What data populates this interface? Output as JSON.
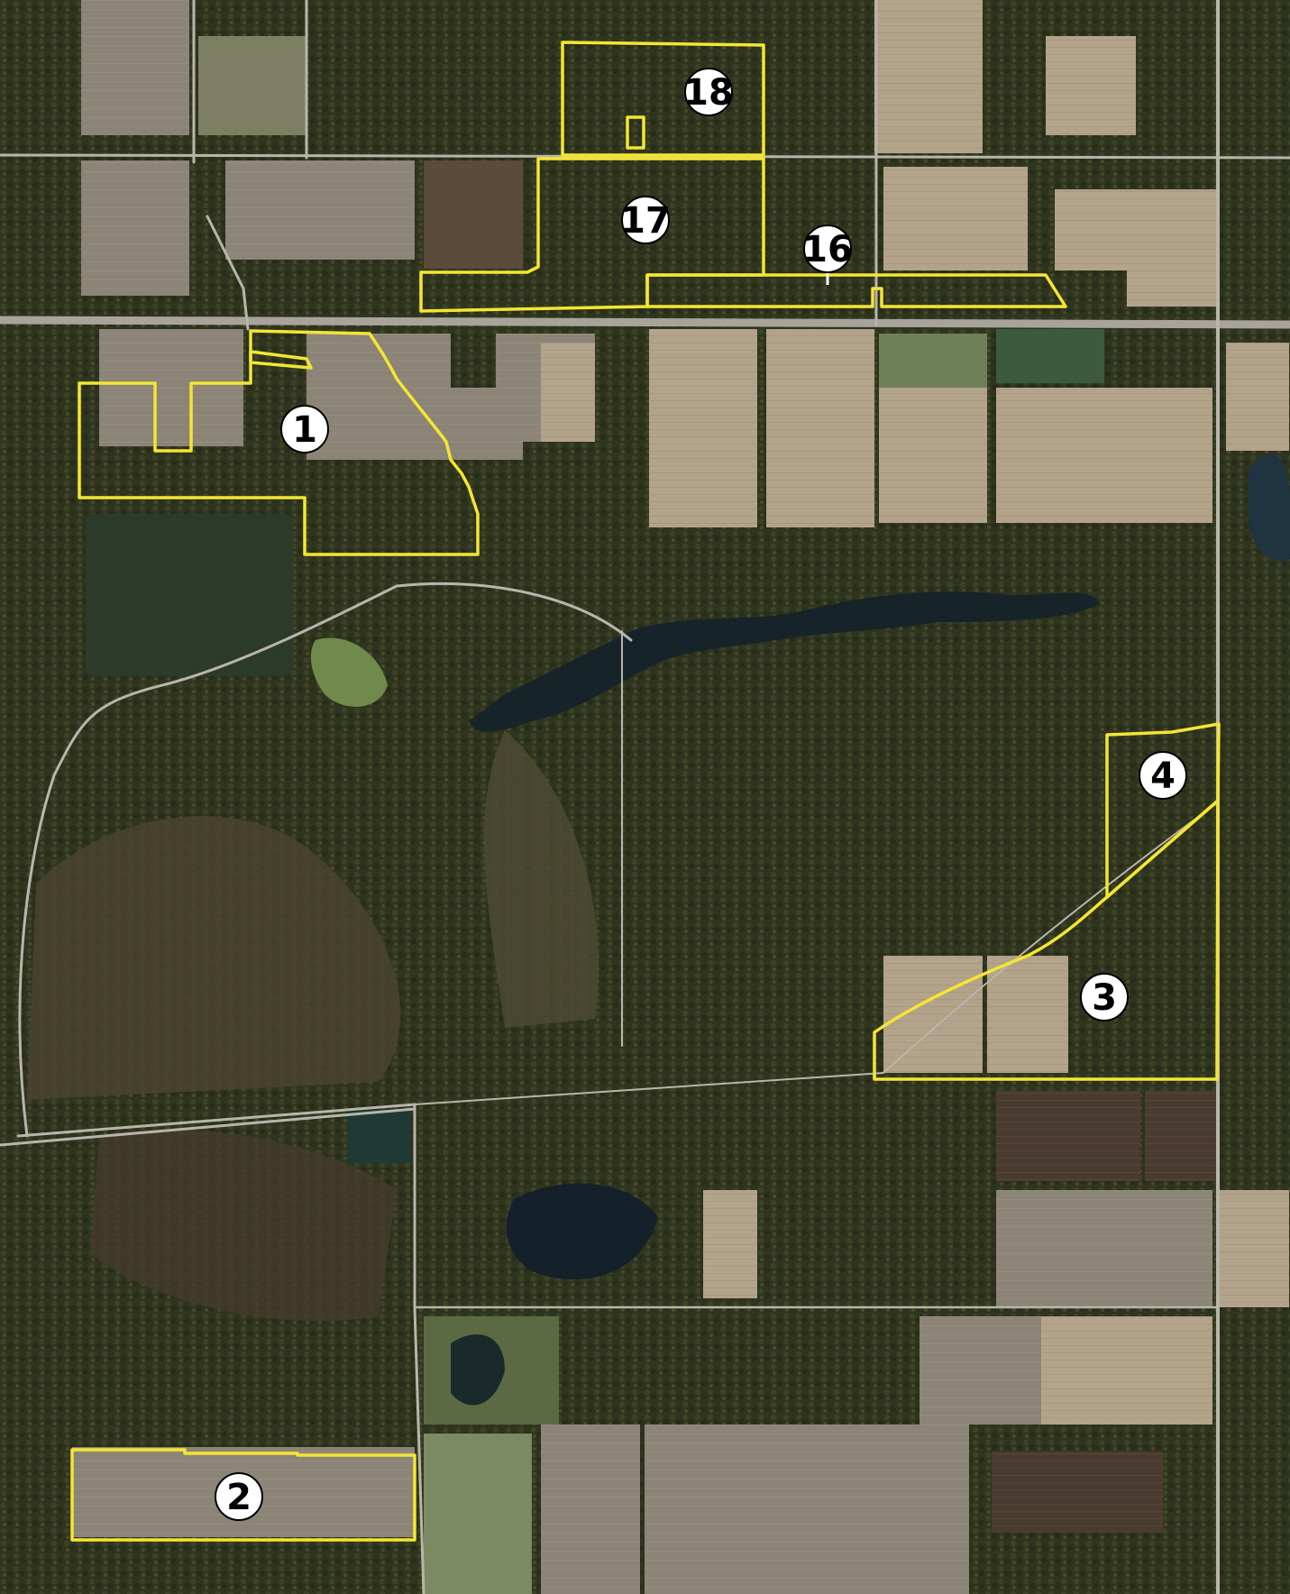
{
  "map": {
    "type": "aerial-parcel-map",
    "parcels": [
      {
        "id": "1",
        "label": "1"
      },
      {
        "id": "2",
        "label": "2"
      },
      {
        "id": "3",
        "label": "3"
      },
      {
        "id": "4",
        "label": "4"
      },
      {
        "id": "16",
        "label": "16"
      },
      {
        "id": "17",
        "label": "17"
      },
      {
        "id": "18",
        "label": "18"
      }
    ],
    "colors": {
      "boundary": "#f4e632",
      "label_fill": "#ffffff",
      "label_stroke": "#000000",
      "forest": "#2f3520",
      "field": "#8a8275",
      "water": "#1b2a2d",
      "road": "#b9b5ab"
    }
  }
}
